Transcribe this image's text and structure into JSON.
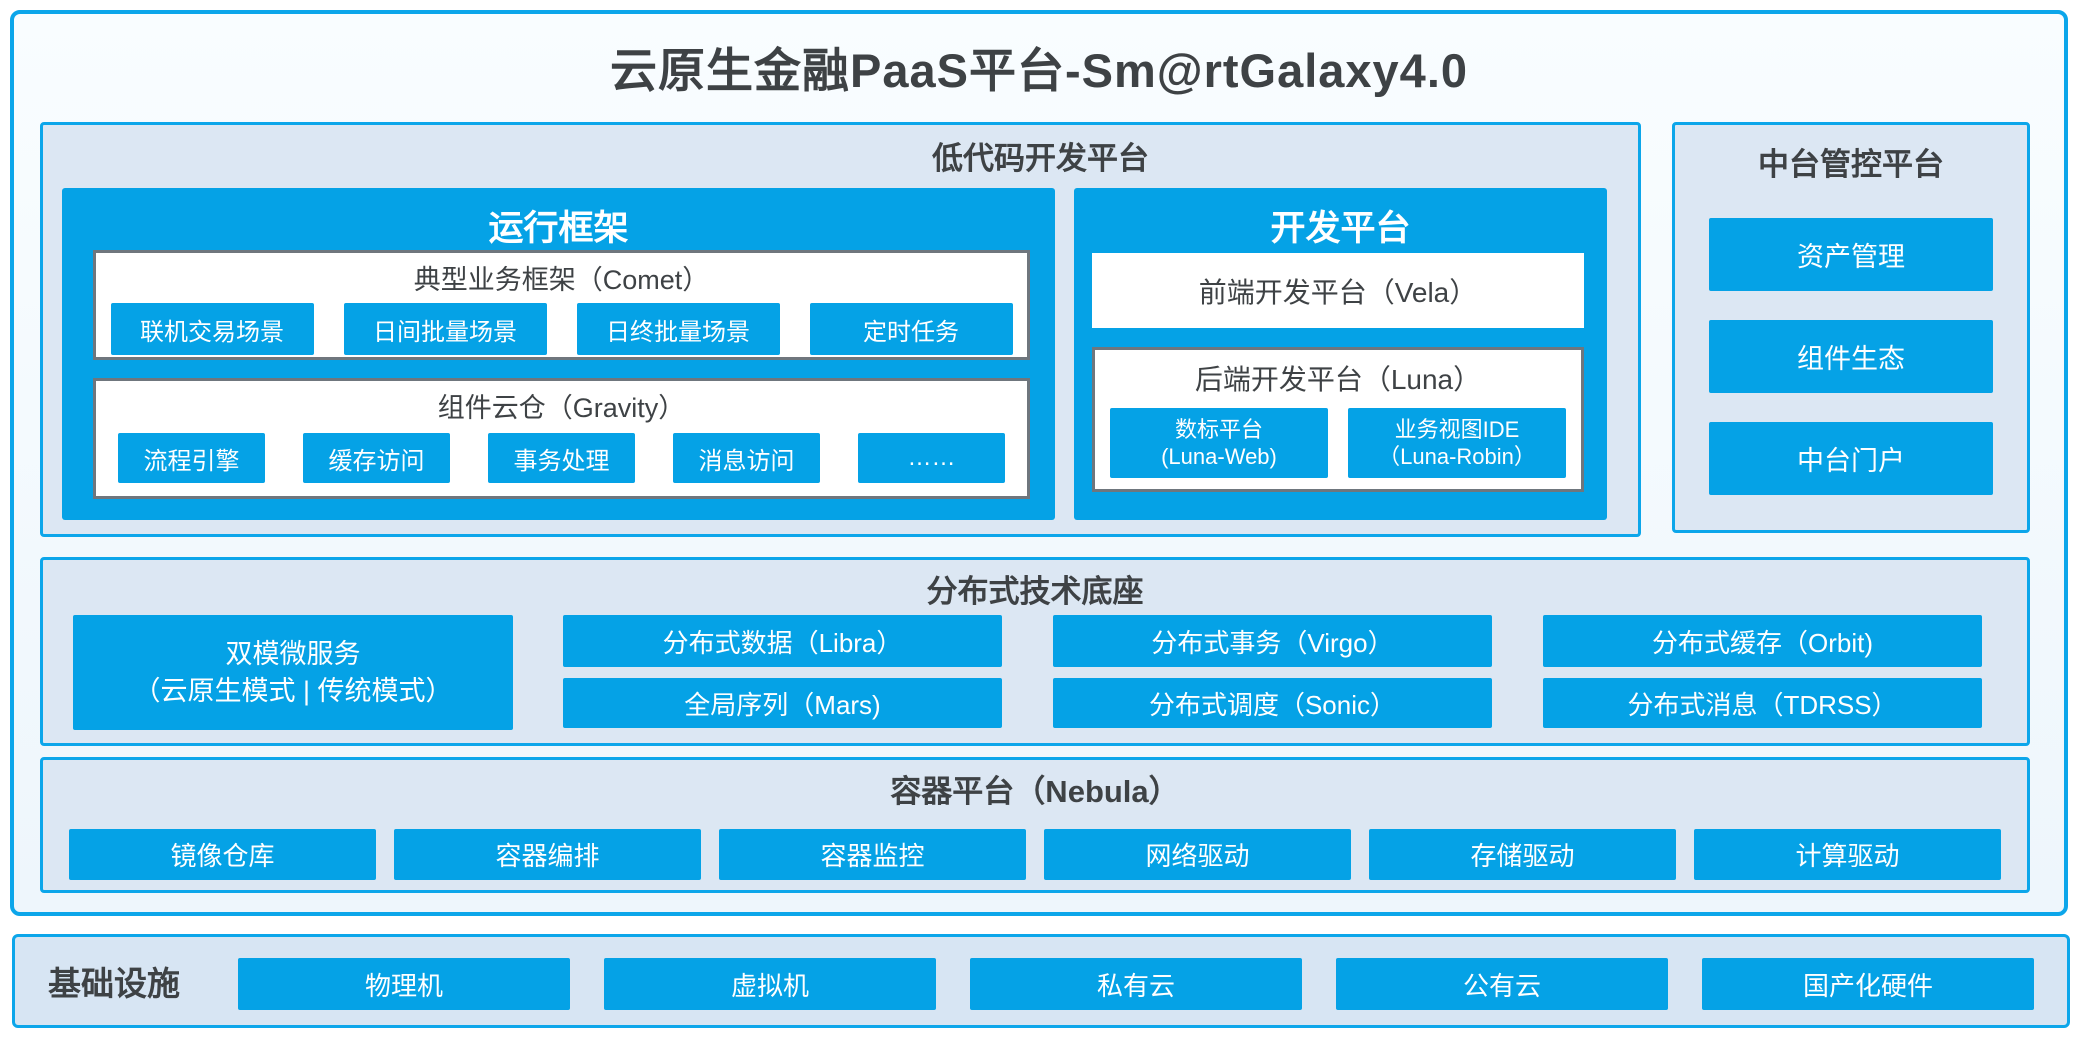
{
  "title": "云原生金融PaaS平台-Sm@rtGalaxy4.0",
  "colors": {
    "accent_border": "#0ca6ea",
    "chip_blue": "#05a2e6",
    "panel_background": "#dce7f3",
    "gray_border": "#6f767d",
    "dark_text": "#3e4245"
  },
  "low_code": {
    "label": "低代码开发平台",
    "runtime": {
      "title": "运行框架",
      "comet": {
        "title": "典型业务框架（Comet）",
        "chips": [
          "联机交易场景",
          "日间批量场景",
          "日终批量场景",
          "定时任务"
        ]
      },
      "gravity": {
        "title": "组件云仓（Gravity）",
        "chips": [
          "流程引擎",
          "缓存访问",
          "事务处理",
          "消息访问",
          "……"
        ]
      }
    },
    "dev": {
      "title": "开发平台",
      "vela": "前端开发平台（Vela）",
      "luna": {
        "title": "后端开发平台（Luna）",
        "chips": [
          {
            "line1": "数标平台",
            "line2": "(Luna-Web)"
          },
          {
            "line1": "业务视图IDE",
            "line2": "（Luna-Robin）"
          }
        ]
      }
    }
  },
  "mid_platform": {
    "title": "中台管控平台",
    "items": [
      "资产管理",
      "组件生态",
      "中台门户"
    ]
  },
  "distributed": {
    "title": "分布式技术底座",
    "dual_mode": {
      "line1": "双模微服务",
      "line2": "（云原生模式 | 传统模式）"
    },
    "columns": [
      {
        "top": "分布式数据（Libra）",
        "bottom": "全局序列（Mars)"
      },
      {
        "top": "分布式事务（Virgo）",
        "bottom": "分布式调度（Sonic）"
      },
      {
        "top": "分布式缓存（Orbit)",
        "bottom": "分布式消息（TDRSS）"
      }
    ]
  },
  "container_platform": {
    "title": "容器平台（Nebula）",
    "chips": [
      "镜像仓库",
      "容器编排",
      "容器监控",
      "网络驱动",
      "存储驱动",
      "计算驱动"
    ]
  },
  "infrastructure": {
    "label": "基础设施",
    "chips": [
      "物理机",
      "虚拟机",
      "私有云",
      "公有云",
      "国产化硬件"
    ]
  }
}
